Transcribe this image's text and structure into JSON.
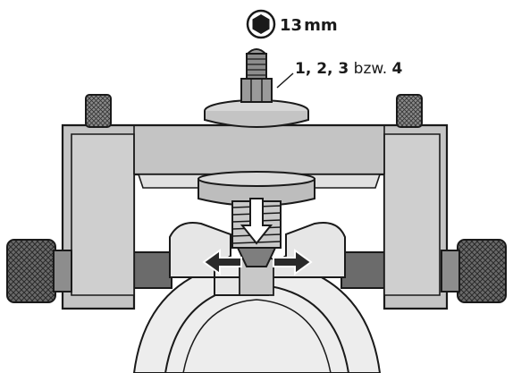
{
  "tool_size": {
    "icon": "hex-socket-icon",
    "value": "13",
    "unit": "mm"
  },
  "position_label": {
    "bold_part": "1, 2, 3",
    "connector": " bzw. ",
    "bold_last": "4"
  },
  "arrows": {
    "down": "arrow-down-icon",
    "left": "arrow-left-icon",
    "right": "arrow-right-icon"
  },
  "colors": {
    "body_gray": "#c4c4c4",
    "dark_gray": "#555555",
    "outline": "#1a1a1a",
    "light_gray": "#e2e2e2"
  }
}
